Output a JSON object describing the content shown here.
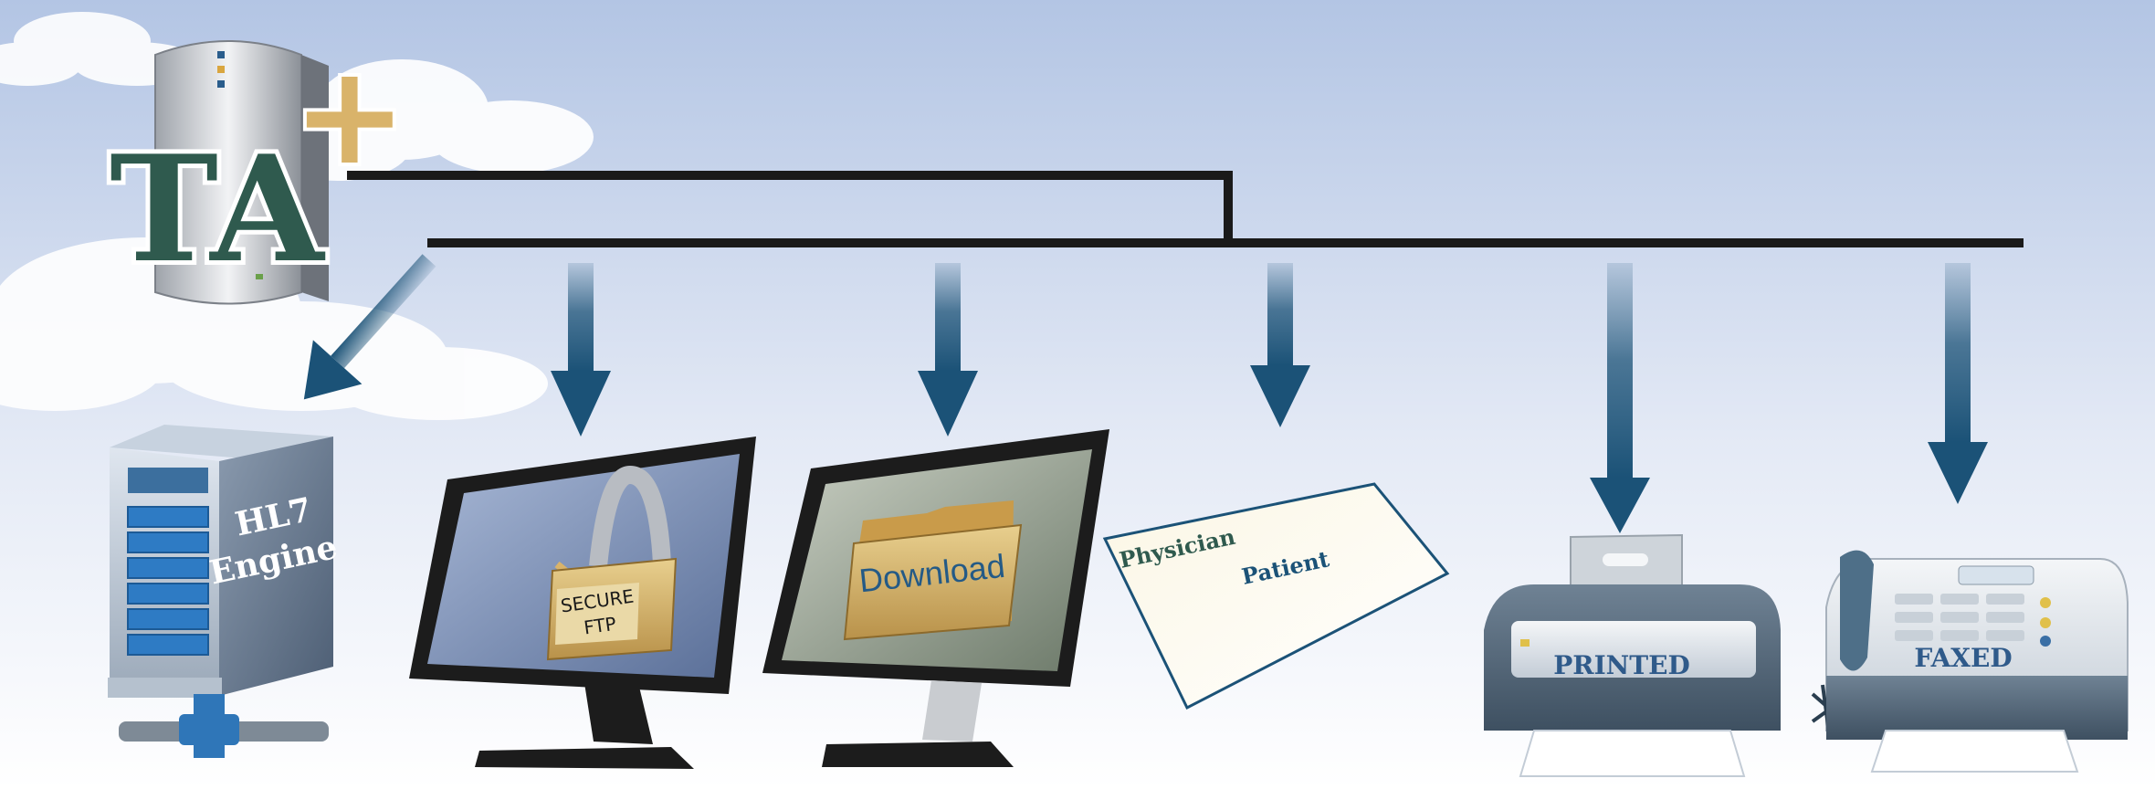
{
  "logo": {
    "text": "TA",
    "plus": "+"
  },
  "hl7": {
    "line1": "HL7",
    "line2": "Engine"
  },
  "secure_ftp": {
    "line1": "SECURE",
    "line2": "FTP"
  },
  "download": {
    "label": "Download"
  },
  "envelope": {
    "physician": "Physician",
    "patient": "Patient"
  },
  "printer": {
    "label": "PRINTED"
  },
  "fax": {
    "label": "FAXED"
  },
  "colors": {
    "arrow": "#1b5277",
    "line": "#1a1a1a",
    "logo_green": "#2f5a4e",
    "logo_gold": "#d9b36a"
  }
}
